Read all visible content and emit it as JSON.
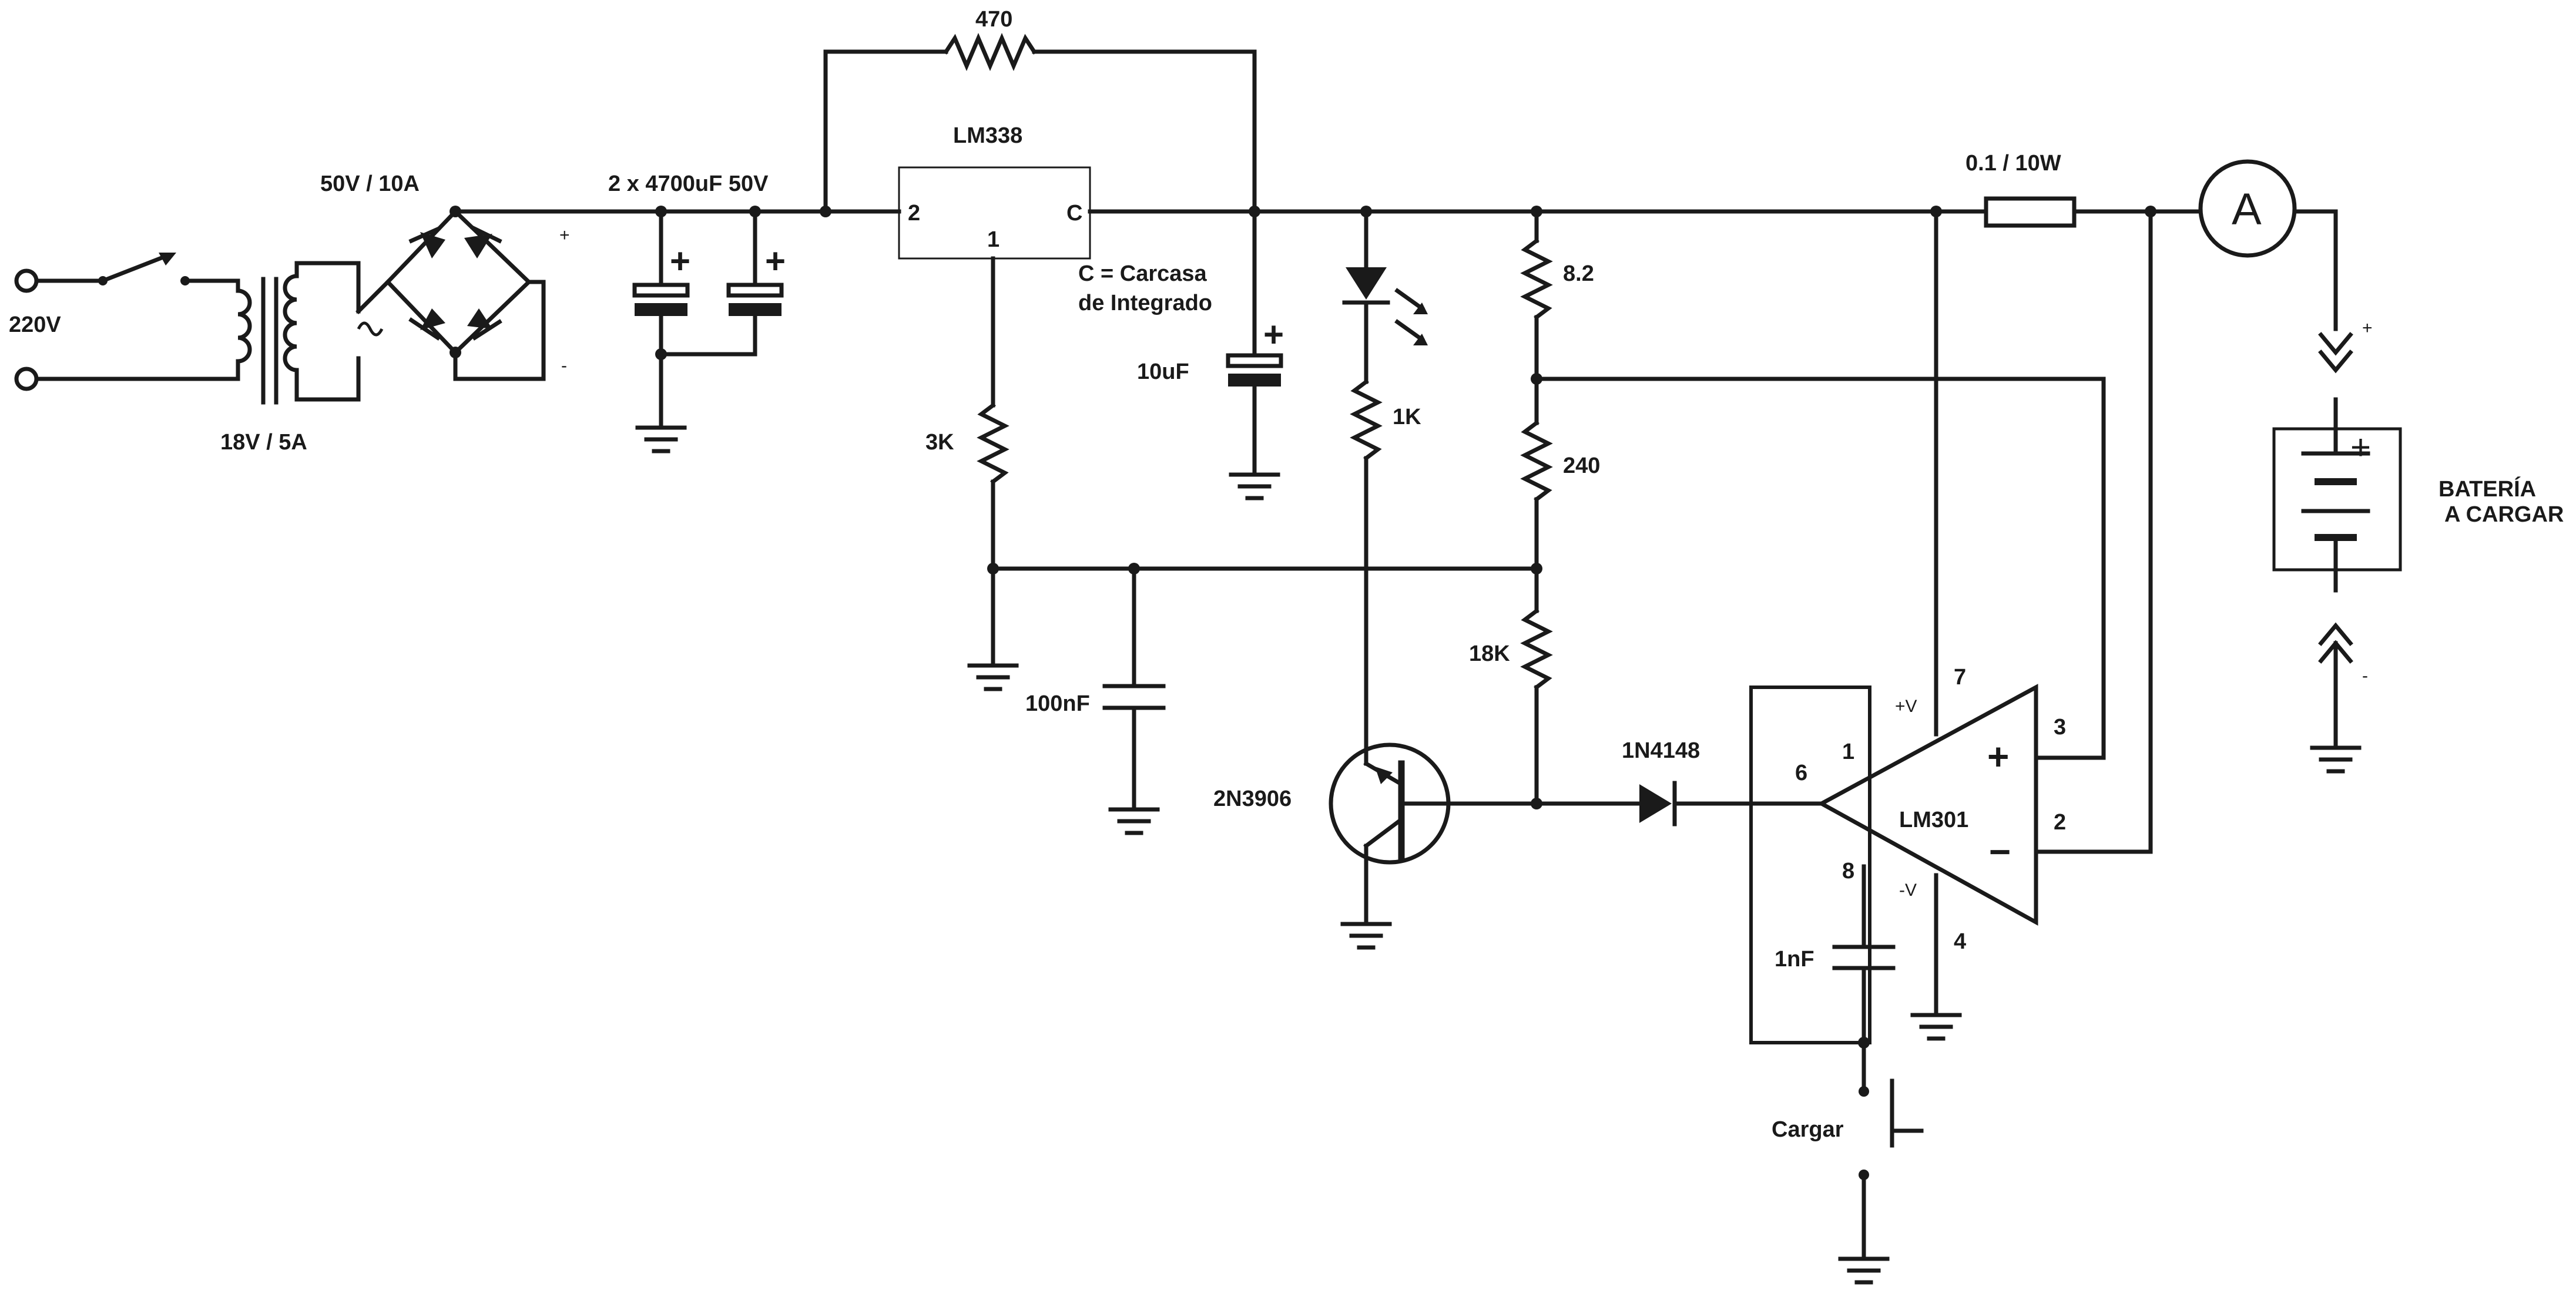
{
  "labels": {
    "mains_voltage": "220V",
    "transformer": "18V / 5A",
    "bridge": "50V / 10A",
    "bridge_plus": "+",
    "bridge_minus": "-",
    "filter_caps": "2 x 4700uF 50V",
    "regulator": "LM338",
    "reg_pin_in": "2",
    "reg_pin_out": "C",
    "reg_pin_adj": "1",
    "case_note_1": "C = Carcasa",
    "case_note_2": "de Integrado",
    "r_top": "470",
    "r_adj": "3K",
    "c_adj": "100nF",
    "c_out": "10uF",
    "r_led": "1K",
    "r_div1": "8.2",
    "r_div2": "240",
    "r_div3": "18K",
    "transistor": "2N3906",
    "diode": "1N4148",
    "opamp": "LM301",
    "op_pin6": "6",
    "op_pin1": "1",
    "op_pin8": "8",
    "op_pin7": "7",
    "op_pin4": "4",
    "op_pin3": "3",
    "op_pin2": "2",
    "op_vplus": "+V",
    "op_vminus": "-V",
    "op_in_plus": "+",
    "op_in_minus": "−",
    "c_comp": "1nF",
    "button": "Cargar",
    "shunt": "0.1 / 10W",
    "ammeter": "A",
    "batt_plus": "+",
    "batt_minus": "-",
    "battery_1": "BATERÍA",
    "battery_2": "A CARGAR",
    "cap_plus": "+"
  }
}
